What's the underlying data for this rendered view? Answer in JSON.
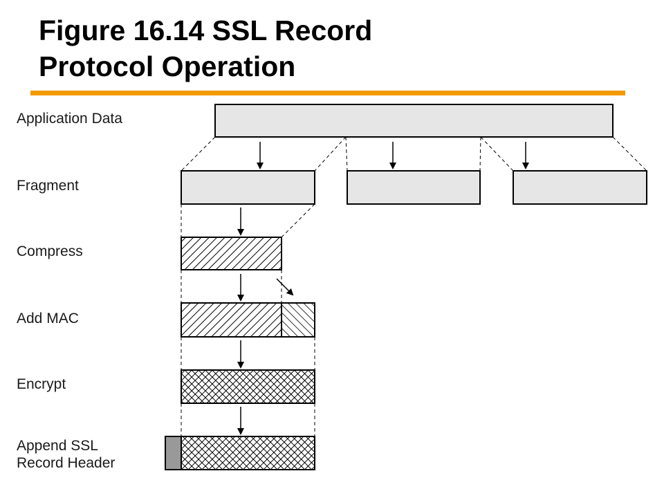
{
  "title": {
    "line1": "Figure 16.14 SSL Record",
    "line2": "Protocol Operation"
  },
  "steps": {
    "application_data": "Application Data",
    "fragment": "Fragment",
    "compress": "Compress",
    "add_mac": "Add MAC",
    "encrypt": "Encrypt",
    "append_header_line1": "Append SSL",
    "append_header_line2": "Record Header"
  },
  "colors": {
    "accent_rule": "#f29a00",
    "block_fill": "#e6e6e6",
    "header_fill": "#999999",
    "stroke": "#000000"
  }
}
